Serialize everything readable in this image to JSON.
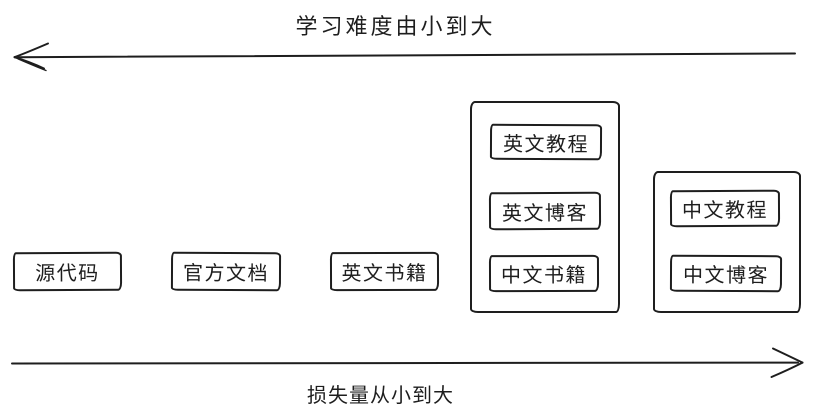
{
  "diagram": {
    "top_axis": {
      "label": "学习难度由小到大",
      "arrow_direction": "left"
    },
    "bottom_axis": {
      "label": "损失量从小到大",
      "arrow_direction": "right"
    },
    "standalone_items": [
      {
        "label": "源代码"
      },
      {
        "label": "官方文档"
      },
      {
        "label": "英文书籍"
      }
    ],
    "groups": [
      {
        "items": [
          {
            "label": "英文教程"
          },
          {
            "label": "英文博客"
          },
          {
            "label": "中文书籍"
          }
        ]
      },
      {
        "items": [
          {
            "label": "中文教程"
          },
          {
            "label": "中文博客"
          }
        ]
      }
    ],
    "colors": {
      "stroke": "#1e1e1e",
      "background": "#ffffff"
    }
  }
}
